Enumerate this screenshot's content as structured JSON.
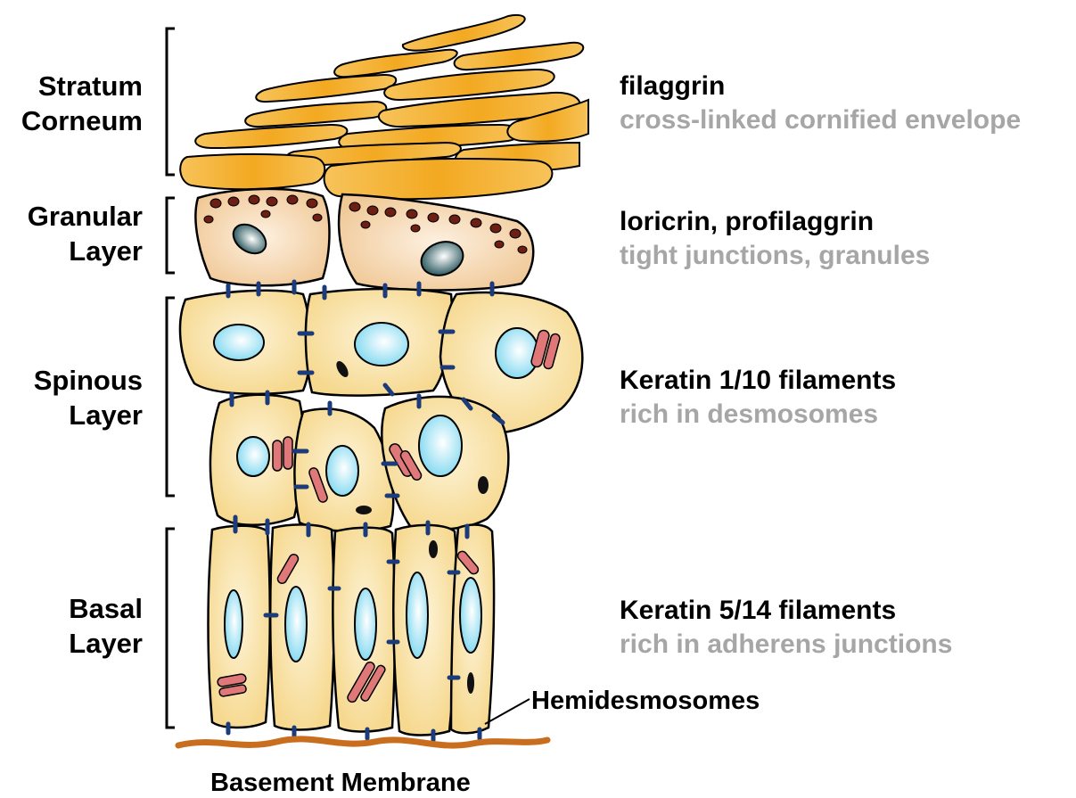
{
  "layers": [
    {
      "name_line1": "Stratum",
      "name_line2": "Corneum",
      "main": "filaggrin",
      "sub": "cross-linked cornified envelope"
    },
    {
      "name_line1": "Granular",
      "name_line2": "Layer",
      "main": "loricrin, profilaggrin",
      "sub": "tight junctions, granules"
    },
    {
      "name_line1": "Spinous",
      "name_line2": "Layer",
      "main": "Keratin 1/10 filaments",
      "sub": "rich in desmosomes"
    },
    {
      "name_line1": "Basal",
      "name_line2": "Layer",
      "main": "Keratin 5/14 filaments",
      "sub": "rich in adherens junctions"
    }
  ],
  "annotations": {
    "hemidesmosomes": "Hemidesmosomes",
    "basement_membrane": "Basement Membrane"
  },
  "colors": {
    "corneum_fill": "#f5b533",
    "cell_fill": "#fae3a8",
    "granular_fill": "#f7d6ad",
    "nucleus": "#8fe3f5",
    "granule": "#6e1f14",
    "desmosome": "#1c3b7a",
    "mitochondria": "#e0787a",
    "membrane": "#c86e1e",
    "label_grey": "#a6a6a6"
  }
}
